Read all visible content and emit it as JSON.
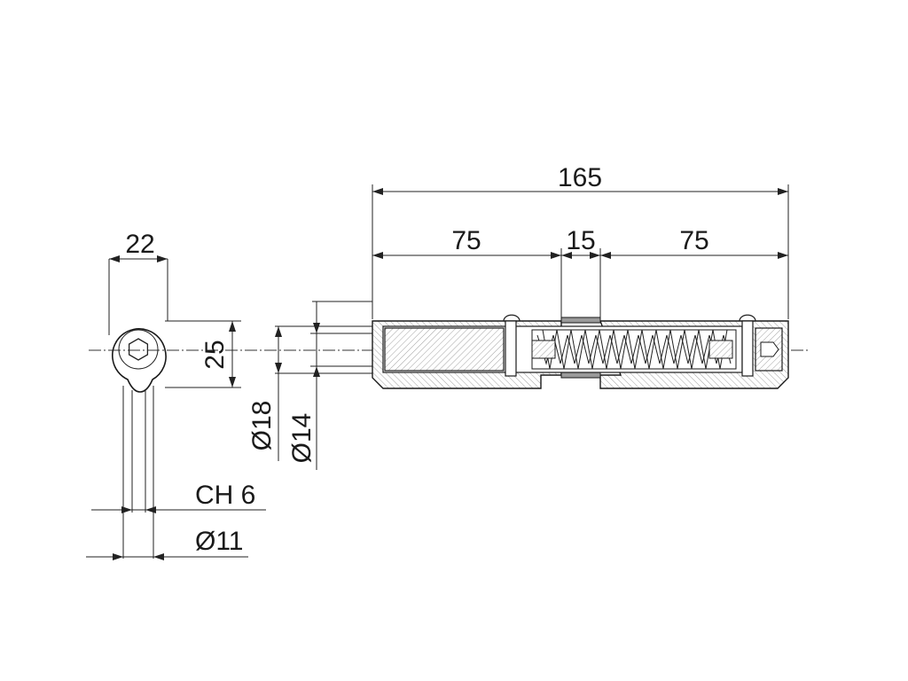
{
  "dimensions": {
    "overall_length": "165",
    "left_length": "75",
    "gap_length": "15",
    "right_length": "75",
    "end_width": "22",
    "height": "25",
    "shaft_diameter_outer": "Ø18",
    "shaft_diameter_inner": "Ø14",
    "hex_key": "CH 6",
    "pin_diameter": "Ø11"
  }
}
